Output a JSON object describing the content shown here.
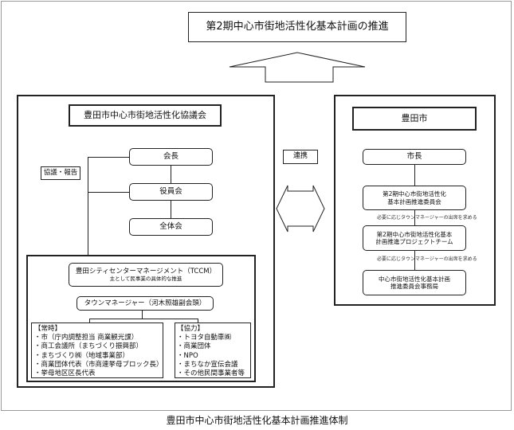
{
  "top_title": "第2期中心市街地活性化基本計画の推進",
  "council": {
    "title": "豊田市中心市街地活性化協議会",
    "chair": "会長",
    "officers": "役員会",
    "general": "全体会",
    "consult_label": "協議・報告",
    "tccm_title": "豊田シティセンターマネージメント（TCCM）",
    "tccm_sub": "主として民事業の具体的な推進",
    "town_manager": "タウンマネージャー（河木照雄副会頭）",
    "members": {
      "header": "【常時】",
      "items": [
        "・市（庁内調整担当 商業観光課）",
        "・商工会議所（まちづくり振興部）",
        "・まちづくり㈱（地域事業部）",
        "・商業団体代表（市商連挙母ブロック長）",
        "・挙母地区区長代表"
      ]
    },
    "cooperation": {
      "header": "【協力】",
      "items": [
        "・トヨタ自動車㈱",
        "・商業団体",
        "・NPO",
        "・まちなか宣伝会議",
        "・その他民間事業者等"
      ]
    }
  },
  "link_label": "連携",
  "city": {
    "title": "豊田市",
    "mayor": "市長",
    "committee": "第2期中心市街地活性化\n基本計画推進委員会",
    "note1": "必要に応じタウンマネージャーの出席を求める",
    "project_team": "第2期中心市街地活性化基本\n計画推進プロジェクトチーム",
    "note2": "必要に応じタウンマネージャーの出席を求める",
    "secretariat": "中心市街地活性化基本計画\n推進委員会事務局"
  },
  "caption": "豊田市中心市街地活性化基本計画推進体制"
}
